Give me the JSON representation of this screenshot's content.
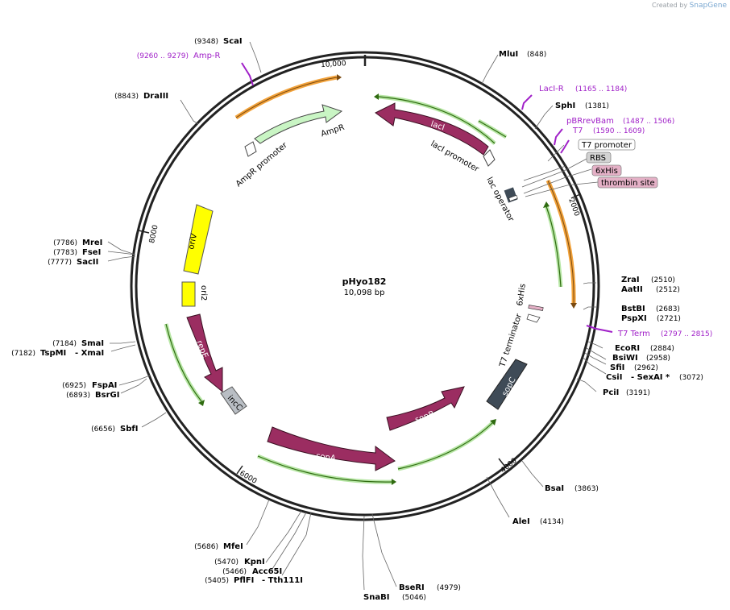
{
  "credit": {
    "prefix": "Created by",
    "brand": "SnapGene"
  },
  "plasmid": {
    "name": "pHyo182",
    "size_label": "10,098 bp",
    "length": 10098
  },
  "colors": {
    "backbone": "#222222",
    "primer": "#a020c8",
    "enzyme": "#000000",
    "feature_maroon": "#9b2d61",
    "feature_yellow": "#ffff00",
    "feature_green": "#c9f5c4",
    "feature_slate": "#3f4b57",
    "feature_grey": "#b9bec4",
    "orf_orange": "#f2a23a",
    "orf_green": "#5db336",
    "box_pink": "#e4b0c6",
    "box_grey": "#d2d2d2"
  },
  "ticks": [
    {
      "label": "10,000"
    },
    {
      "label": "2000"
    },
    {
      "label": "4000"
    },
    {
      "label": "6000"
    },
    {
      "label": "8000"
    }
  ],
  "enzymes": [
    {
      "name": "ScaI",
      "pos": "(9348)"
    },
    {
      "name": "DraIII",
      "pos": "(8843)"
    },
    {
      "name": "MluI",
      "pos": "(848)"
    },
    {
      "name": "SphI",
      "pos": "(1381)"
    },
    {
      "name": "ZraI",
      "pos": "(2510)"
    },
    {
      "name": "AatII",
      "pos": "(2512)"
    },
    {
      "name": "BstBI",
      "pos": "(2683)"
    },
    {
      "name": "PspXI",
      "pos": "(2721)"
    },
    {
      "name": "EcoRI",
      "pos": "(2884)"
    },
    {
      "name": "BsiWI",
      "pos": "(2958)"
    },
    {
      "name": "SfiI",
      "pos": "(2962)"
    },
    {
      "name": "CsiI",
      "pos": "(3072)",
      "extra": "- SexAI *"
    },
    {
      "name": "PciI",
      "pos": "(3191)"
    },
    {
      "name": "BsaI",
      "pos": "(3863)"
    },
    {
      "name": "AleI",
      "pos": "(4134)"
    },
    {
      "name": "BseRI",
      "pos": "(4979)"
    },
    {
      "name": "SnaBI",
      "pos": "(5046)"
    },
    {
      "name": "MfeI",
      "pos": "(5686)"
    },
    {
      "name": "KpnI",
      "pos": "(5470)"
    },
    {
      "name": "Acc65I",
      "pos": "(5466)"
    },
    {
      "name": "PflFI",
      "pos": "(5405)",
      "extra": "- Tth111I"
    },
    {
      "name": "SbfI",
      "pos": "(6656)"
    },
    {
      "name": "FspAI",
      "pos": "(6925)"
    },
    {
      "name": "BsrGI",
      "pos": "(6893)"
    },
    {
      "name": "SmaI",
      "pos": "(7184)"
    },
    {
      "name": "TspMI",
      "pos": "(7182)",
      "extra": "- XmaI"
    },
    {
      "name": "MreI",
      "pos": "(7786)"
    },
    {
      "name": "FseI",
      "pos": "(7783)"
    },
    {
      "name": "SacII",
      "pos": "(7777)"
    }
  ],
  "primers": [
    {
      "name": "Amp-R",
      "range": "(9260 .. 9279)"
    },
    {
      "name": "LacI-R",
      "range": "(1165 .. 1184)"
    },
    {
      "name": "pBRrevBam",
      "range": "(1487 .. 1506)"
    },
    {
      "name": "T7",
      "range": "(1590 .. 1609)"
    },
    {
      "name": "T7 Term",
      "range": "(2797 .. 2815)"
    }
  ],
  "boxed_features": [
    {
      "name": "T7 promoter",
      "style": "plain"
    },
    {
      "name": "RBS",
      "style": "grey"
    },
    {
      "name": "6xHis",
      "style": "pink"
    },
    {
      "name": "thrombin site",
      "style": "pink"
    }
  ],
  "features": {
    "ampr": "AmpR",
    "ampr_promoter": "AmpR promoter",
    "laci": "lacI",
    "laci_promoter": "lacI promoter",
    "lac_operator": "lac operator",
    "oriv": "oriV",
    "ori2": "ori2",
    "repe": "repE",
    "incc": "incC",
    "sopa": "sopA",
    "sopb": "sopB",
    "sopc": "sopC",
    "t7_terminator": "T7 terminator",
    "his6": "6xHis"
  }
}
